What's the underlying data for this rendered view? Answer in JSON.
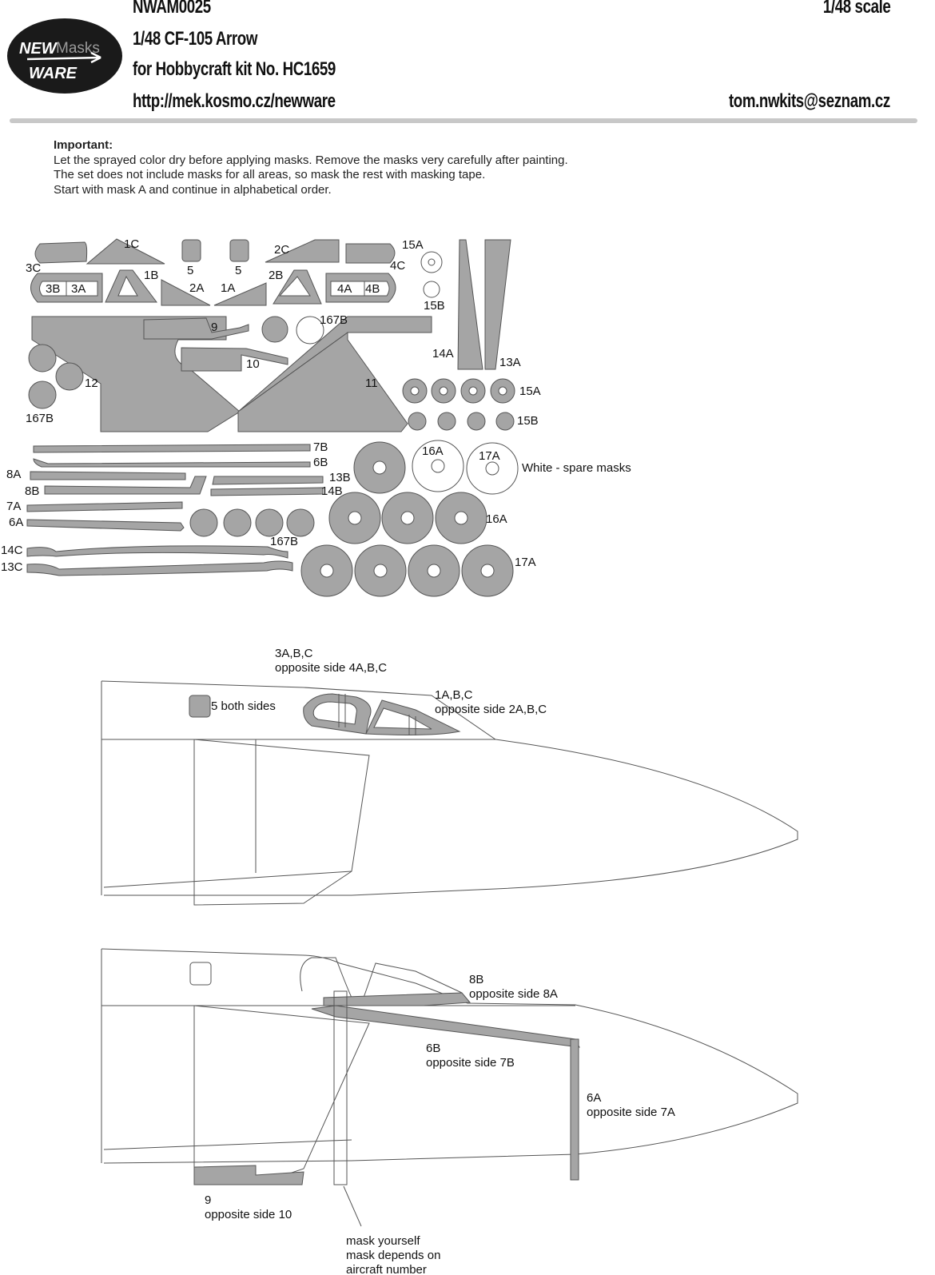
{
  "header": {
    "product_code": "NWAM0025",
    "scale": "1/48 scale",
    "title": "1/48 CF-105 Arrow",
    "kit": "for Hobbycraft kit No. HC1659",
    "url": "http://mek.kosmo.cz/newware",
    "email": "tom.nwkits@seznam.cz"
  },
  "logo": {
    "line1_a": "NEW",
    "line1_b": "Masks",
    "line2": "WARE"
  },
  "notes": {
    "title": "Important:",
    "lines": [
      "Let the sprayed color dry before applying masks. Remove the masks very carefully after painting.",
      "The set does not include masks for all areas, so mask the rest with masking tape.",
      "Start with mask A and continue in alphabetical order."
    ]
  },
  "sheet_labels": {
    "l1c": "1C",
    "l3c": "3C",
    "l5a": "5",
    "l5b": "5",
    "l2c": "2C",
    "l15a_top": "15A",
    "l4c": "4C",
    "l3b": "3B",
    "l3a": "3A",
    "l1b": "1B",
    "l2a": "2A",
    "l1a": "1A",
    "l2b": "2B",
    "l4a": "4A",
    "l4b": "4B",
    "l15b_top": "15B",
    "l9": "9",
    "l167b_a": "167B",
    "l10": "10",
    "l14a": "14A",
    "l13a": "13A",
    "l12": "12",
    "l11": "11",
    "l167b_b": "167B",
    "l15a": "15A",
    "l15b": "15B",
    "l7b": "7B",
    "l6b": "6B",
    "l8a": "8A",
    "l8b": "8B",
    "l13b": "13B",
    "l14b": "14B",
    "l7a": "7A",
    "l6a": "6A",
    "l14c": "14C",
    "l13c": "13C",
    "l167b_c": "167B",
    "l16a_w": "16A",
    "l17a_w": "17A",
    "spare": "White - spare masks",
    "l16a": "16A",
    "l17a": "17A"
  },
  "view_top": {
    "canopy_title": "3A,B,C",
    "canopy_sub": "opposite side 4A,B,C",
    "windscreen_title": "1A,B,C",
    "windscreen_sub": "opposite side 2A,B,C",
    "panel": "5 both sides"
  },
  "view_bottom": {
    "sill_title": "8B",
    "sill_sub": "opposite side 8A",
    "strip_title": "6B",
    "strip_sub": "opposite side 7B",
    "frame_title": "6A",
    "frame_sub": "opposite side 7A",
    "intake_title": "9",
    "intake_sub": "opposite side 10",
    "note_1": "mask yourself",
    "note_2": "mask depends on",
    "note_3": "aircraft number"
  },
  "colors": {
    "mask_grey": "#a5a5a5",
    "outline": "#555555",
    "rule": "#c8c8c8",
    "logo_bg": "#1a1a1a"
  }
}
